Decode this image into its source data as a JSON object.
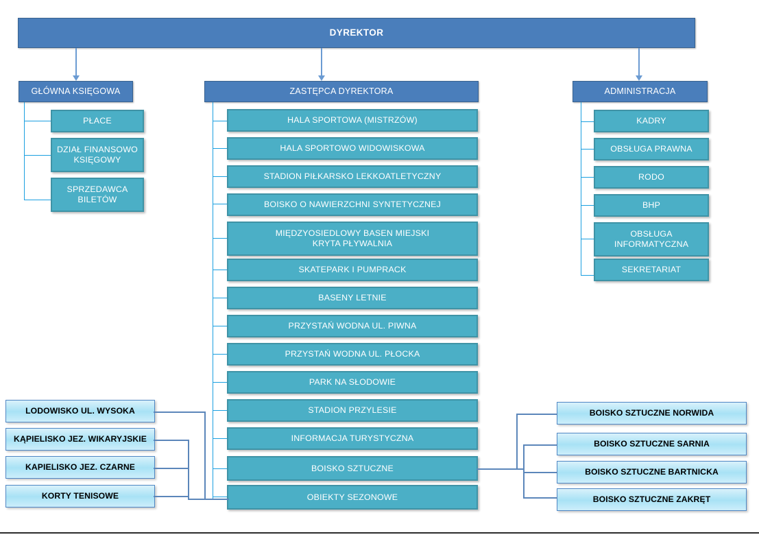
{
  "diagram": {
    "title_box": {
      "label": "DYREKTOR"
    },
    "branches": [
      {
        "key": "ksiegowa",
        "head": "GŁÓWNA KSIĘGOWA",
        "children": [
          "PŁACE",
          "DZIAŁ FINANSOWO\nKSIĘGOWY",
          "SPRZEDAWCA\nBILETÓW"
        ]
      },
      {
        "key": "zastepca",
        "head": "ZASTĘPCA DYREKTORA",
        "children": [
          "HALA SPORTOWA (MISTRZÓW)",
          "HALA SPORTOWO WIDOWISKOWA",
          "STADION PIŁKARSKO LEKKOATLETYCZNY",
          "BOISKO O NAWIERZCHNI SYNTETYCZNEJ",
          "MIĘDZYOSIEDLOWY BASEN MIEJSKI\nKRYTA PŁYWALNIA",
          "SKATEPARK I PUMPRACK",
          "BASENY LETNIE",
          "PRZYSTAŃ WODNA UL. PIWNA",
          "PRZYSTAŃ WODNA UL. PŁOCKA",
          "PARK NA SŁODOWIE",
          "STADION PRZYLESIE",
          "INFORMACJA TURYSTYCZNA",
          "BOISKO SZTUCZNE",
          "OBIEKTY SEZONOWE"
        ]
      },
      {
        "key": "administracja",
        "head": "ADMINISTRACJA",
        "children": [
          "KADRY",
          "OBSŁUGA PRAWNA",
          "RODO",
          "BHP",
          "OBSŁUGA\nINFORMATYCZNA",
          "SEKRETARIAT"
        ]
      }
    ],
    "seasonal_objects": {
      "parent": "OBIEKTY SEZONOWE",
      "items": [
        "LODOWISKO UL. WYSOKA",
        "KĄPIELISKO JEZ. WIKARYJSKIE",
        "KAPIELISKO JEZ. CZARNE",
        "KORTY TENISOWE"
      ]
    },
    "artificial_pitches": {
      "parent": "BOISKO SZTUCZNE",
      "items": [
        "BOISKO SZTUCZNE NORWIDA",
        "BOISKO SZTUCZNE SARNIA",
        "BOISKO SZTUCZNE BARTNICKA",
        "BOISKO SZTUCZNE ZAKRĘT"
      ]
    },
    "colors": {
      "root_fill": "#4a7ebb",
      "root_border": "#37618f",
      "dept_fill": "#4bafc6",
      "dept_border": "#3f93a6",
      "leaf_fill": "#a8e2f5",
      "leaf_border": "#4f87c4",
      "connector": "#1a9fe0",
      "connector_alt": "#5b86ba",
      "arrow": "#6b9bd2"
    }
  }
}
